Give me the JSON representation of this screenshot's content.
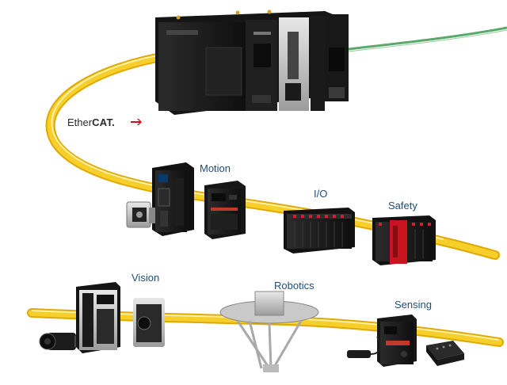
{
  "logo": {
    "prefix": "Ether",
    "suffix": "CAT."
  },
  "labels": {
    "motion": "Motion",
    "io": "I/O",
    "safety": "Safety",
    "vision": "Vision",
    "robotics": "Robotics",
    "sensing": "Sensing"
  },
  "colors": {
    "cable": "#f5c518",
    "cable_highlight": "#ffe27a",
    "green_cable": "#5aa86a",
    "device_dark": "#1b1b1b",
    "label": "#1f4e79",
    "safety_red": "#c8141e"
  },
  "icons": [
    "controller-icon",
    "servo-drive-icon",
    "motor-icon",
    "inverter-icon",
    "io-module-icon",
    "safety-module-icon",
    "camera-icon",
    "vision-controller-icon",
    "delta-robot-icon",
    "sensor-controller-icon",
    "sensor-head-icon"
  ]
}
